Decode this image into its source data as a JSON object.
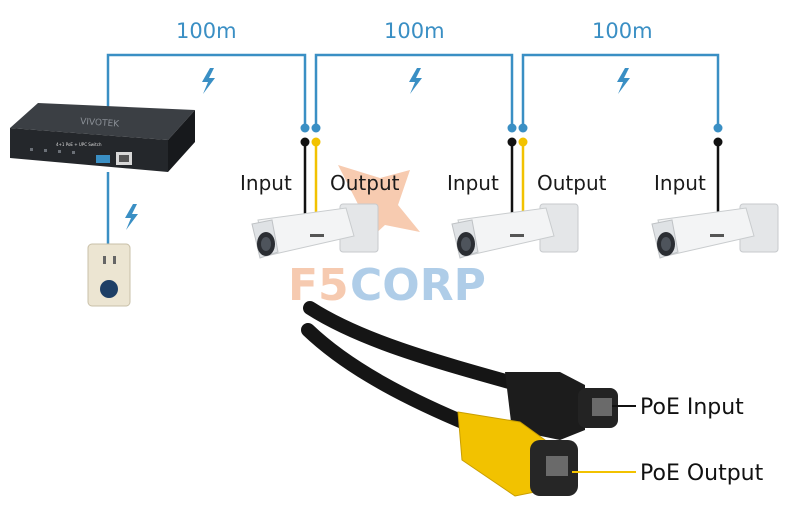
{
  "links": [
    {
      "distance": "100m"
    },
    {
      "distance": "100m"
    },
    {
      "distance": "100m"
    }
  ],
  "cameras": [
    {
      "input_label": "Input",
      "output_label": "Output"
    },
    {
      "input_label": "Input",
      "output_label": "Output"
    },
    {
      "input_label": "Input"
    }
  ],
  "connectors": {
    "poe_input": "PoE Input",
    "poe_output": "PoE Output"
  },
  "watermark": {
    "part1": "F5",
    "part2": "CORP"
  },
  "switch": {
    "brand": "VIVOTEK",
    "model": "4+1 PoE + UPC Switch"
  },
  "colors": {
    "line_blue": "#3a8fc4",
    "line_yellow": "#f2c200",
    "line_black": "#111111",
    "watermark_orange": "#f0a070",
    "watermark_blue": "#6fa6d6"
  }
}
